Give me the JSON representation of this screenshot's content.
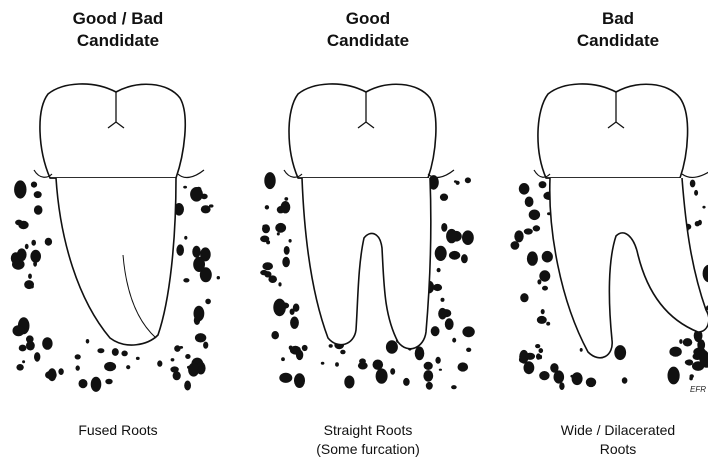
{
  "panels": [
    {
      "title_line1": "Good / Bad",
      "title_line2": "Candidate",
      "caption_line1": "Fused Roots",
      "caption_line2": ""
    },
    {
      "title_line1": "Good",
      "title_line2": "Candidate",
      "caption_line1": "Straight Roots",
      "caption_line2": "(Some furcation)"
    },
    {
      "title_line1": "Bad",
      "title_line2": "Candidate",
      "caption_line1": "Wide / Dilacerated",
      "caption_line2": "Roots"
    }
  ],
  "artist_initials": "EFR",
  "colors": {
    "ink": "#111111",
    "background": "#ffffff"
  }
}
